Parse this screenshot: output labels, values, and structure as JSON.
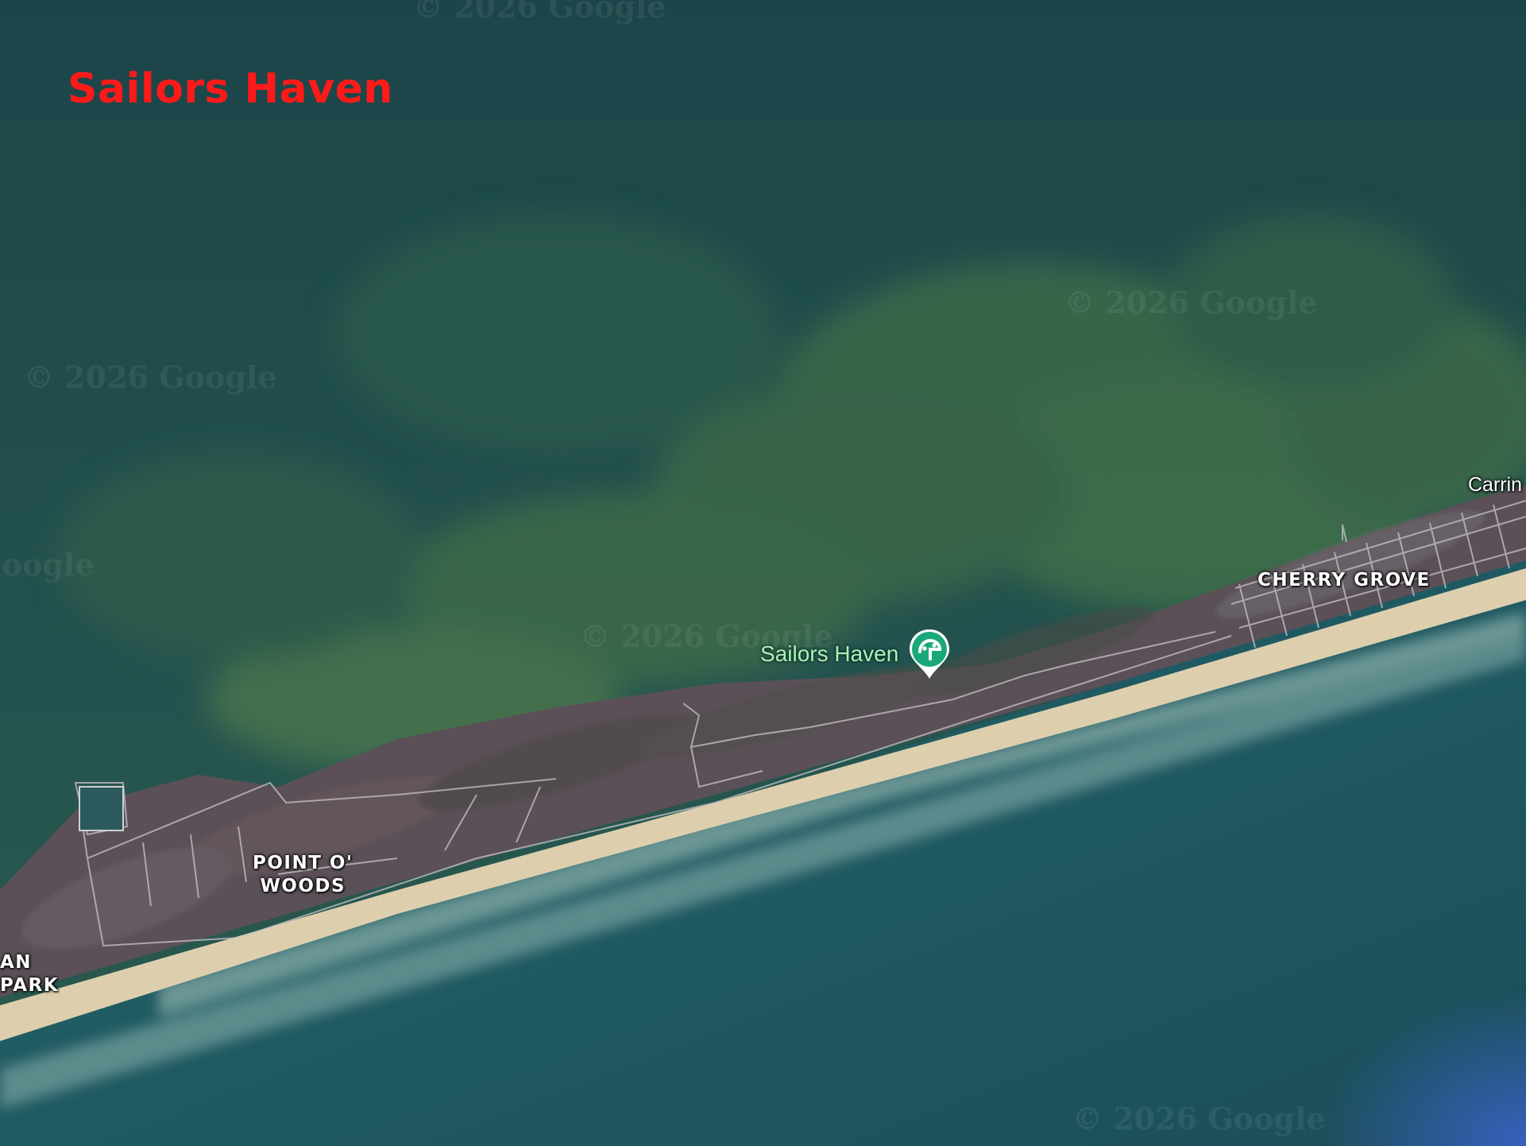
{
  "title": "Sailors Haven",
  "poi": {
    "label": "Sailors Haven",
    "icon": "park-pin-icon",
    "color": "#1aa87b"
  },
  "places": {
    "cherry_grove": "CHERRY GROVE",
    "point_o_woods_line1": "POINT O'",
    "point_o_woods_line2": "WOODS",
    "left_line1": "AN",
    "left_line2": "PARK",
    "edge_right": "Carrin"
  },
  "watermark": "© 2026 Google",
  "colors": {
    "title": "#ff1a1a",
    "water": "#214c54",
    "ocean": "#1f5a60",
    "sand": "#ddcfae",
    "land": "#5b5058"
  }
}
